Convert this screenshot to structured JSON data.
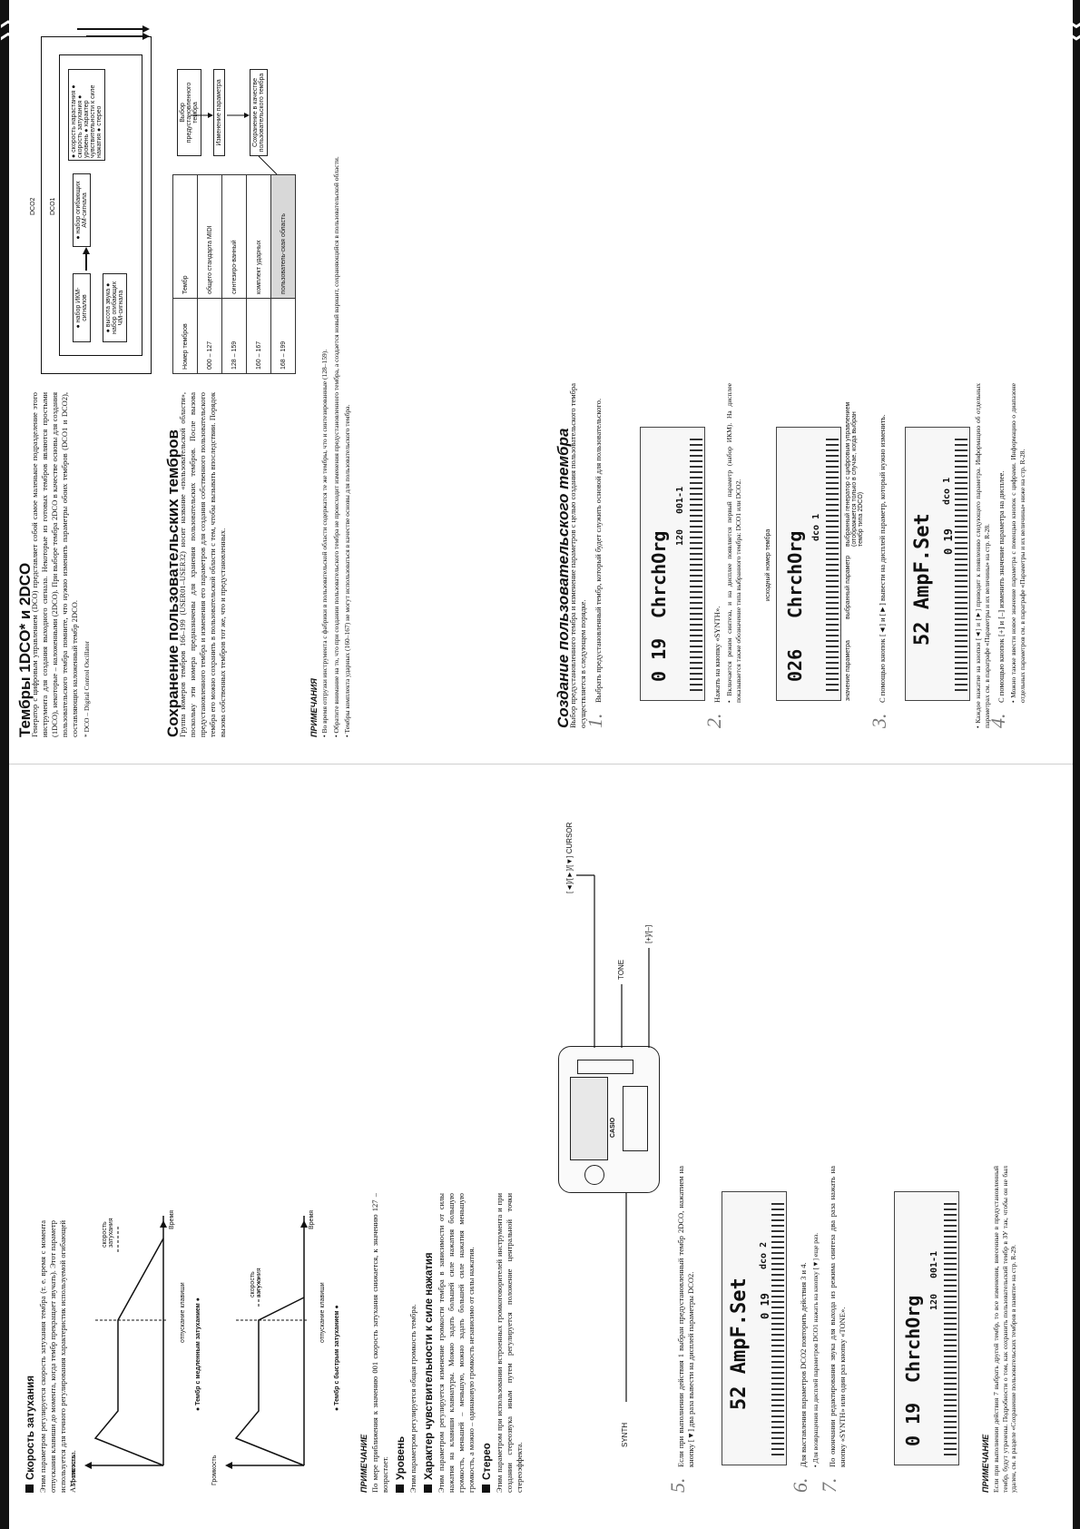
{
  "spread1": {
    "attack": {
      "heading": "Скорость затухания",
      "intro": "Этим параметром регулируется скорость затухания тембра (т. е. время с момента отпускания клавиши до момента, когда тембр прекращает звучать). Этот параметр используется для точного регулирования характеристик используемой огибающей АМ-сигнала.",
      "graph_ylabel": "Громкость",
      "graph_xlabel": "Время",
      "release_label": "отпускание клавиши",
      "speed_label": "скорость затухания",
      "slow_caption": "● Тембр с медленным затуханием ●",
      "fast_caption": "● Тембр с быстрым затуханием ●"
    },
    "note1": {
      "title": "ПРИМЕЧАНИЕ",
      "text": "По мере приближения к значению 001 скорость затухания снижается, к значению 127 – возрастает."
    },
    "level": {
      "heading": "Уровень",
      "text": "Этим параметром регулируется общая громкость тембра."
    },
    "velocity": {
      "heading": "Характер чувствительности к силе нажатия",
      "text": "Этим параметром регулируется изменение громкости тембра в зависимости от силы нажатия на клавиши клавиатуры. Можно задать большей силе нажатия большую громкость, меньшей – меньшую, можно задать большей силе нажатия меньшую громкость, а можно – одинаковую громкость независимо от силы нажатия."
    },
    "stereo": {
      "heading": "Стерео",
      "text": "Этим параметром при использовании встроенных громкоговорителей инструмента и при создании стереозвука иным путем регулируется положение центральной точки стереоэффекта."
    },
    "dco": {
      "heading": "Тембры 1DCO* и 2DCO",
      "text": "Генератор с цифровым управлением (DCO) представляет собой самое маленькое подразделение этого инструмента для создания выходного сигнала. Некоторые из готовых тембров являются простыми (1DCO), некоторые – наложенными (2DCO). При выборе тембра 2DCO в качестве основы для создания пользовательского тембра помните, что нужно изменить параметры обоих тембров (DCO1 и DCO2), составляющих наложенный тембр 2DCO.",
      "footnote": "* DCO – Digital Control Oscillator",
      "dco1": "DCO1",
      "dco2": "DCO2",
      "box_pcm": "● набор ИКМ-сигналов",
      "box_pitch": "● высота звука ● набор огибающих ЧМ-сигнала",
      "box_amp": "● набор огибающих АМ-сигнала",
      "box_params": "● скорость нарастания ● скорость затухания ● уровень ● характер чувствительности к силе нажатия ● стерео"
    },
    "save": {
      "heading": "Сохранение пользовательских тембров",
      "text": "Группа номеров тембров 166–199 (USER01–USER32) носит название «пользовательской области», поскольку эти номера предназначены для хранения пользовательских тембров. После вызова предустановленного тембра и изменения его параметров для создания собственного пользовательского тембра его можно сохранить в пользовательской области с тем, чтобы вызывать впоследствии. Порядок вызова собственных тембров тот же, что и предустановленных.",
      "table_header": [
        "Номер тембров",
        "Тембр"
      ],
      "table_rows": [
        [
          "000 – 127",
          "общего стандарта MIDI"
        ],
        [
          "128 – 159",
          "синтезиро-ванный"
        ],
        [
          "160 – 167",
          "комплект ударных"
        ],
        [
          "168 – 199",
          "пользователь-ская область"
        ]
      ],
      "flow": [
        "Выбор предустановленного тембра",
        "Изменение параметра",
        "Сохранение в качестве пользовательского тембра"
      ]
    },
    "notes2": {
      "title": "ПРИМЕЧАНИЯ",
      "items": [
        "Во время отгрузки инструмента с фабрики в пользовательской области содержатся те же тембры, что и синтезированные (128–159).",
        "Обратите внимание на то, что при создании пользовательского тембра не происходит изменения предустановленного тембра, а создается новый вариант, сохраняющийся в пользовательской области.",
        "Тембры комплекта ударных (160–167) не могут использоваться в качестве основы для пользовательского тембра."
      ]
    }
  },
  "spread2": {
    "title": "Создание пользовательского тембра",
    "intro": "Выбор предустановленного тембра и изменение параметров с целью создания пользовательского тембра осуществляется в следующем порядке.",
    "labels": {
      "synth": "SYNTH",
      "tone": "TONE",
      "plusminus": "[+]/[–]",
      "cursor": "[◄]/[►]/[▼] CURSOR",
      "brand": "CASIO"
    },
    "steps": [
      {
        "num": "1.",
        "text": "Выбрать предустановленный тембр, который будет служить основой для пользовательского."
      },
      {
        "num": "2.",
        "text": "Нажать на кнопку «SYNTH».",
        "bullet": "Включается режим синтеза, и на дисплее появляется первый параметр (набор ИКМ). На дисплее показывается также обозначение типа выбранного тембра: DCO1 или DCO2.",
        "cap_top": "исходный номер тембра",
        "cap_param": "выбранный параметр",
        "cap_value": "значение параметра",
        "cap_gen": "выбранный генератор с цифровым управлением (отображается только в случае, когда выбран тембр типа 2DCO)"
      },
      {
        "num": "3.",
        "text": "С помощью кнопок [◄] и [►] вывести на дисплей параметр, который нужно изменить.",
        "bullet": "Каждое нажатие на кнопки [◄] и [►] приводит к появлению следующего параметра. Информацию об отдельных параметрах см. в параграфе «Параметры и их величины» на стр. R-28."
      },
      {
        "num": "4.",
        "text": "С помощью кнопок [+] и [–] изменить значение параметра на дисплее.",
        "bullet": "Можно также ввести новое значение параметра с помощью кнопок с цифрами. Информацию о диапазоне отдельных параметров см. в параграфе «Параметры и их величины» ниже на стр. R-28."
      },
      {
        "num": "5.",
        "text": "Если при выполнении действия 1 выбран предустановленный тембр 2DCO, нажатием на кнопку [▼] два раза вывести на дисплей параметры DCO2."
      },
      {
        "num": "6.",
        "text": "Для выставления параметров DCO2 повторить действия 3 и 4.",
        "bullet": "Для возвращения на дисплей параметров DCO1 нажать на кнопку [▼] еще раз."
      },
      {
        "num": "7.",
        "text": "По окончании редактирования звука для выхода из режима синтеза два раза нажать на кнопку «SYNTH» или один раз кнопку «TONE»."
      }
    ],
    "lcd": {
      "tone1": "0 19",
      "name1": "ChrchOrg",
      "tempo": "120",
      "beat": "001-1",
      "param_num": "026",
      "param_name": "ChrchOrg",
      "dco_tag": "dco 1",
      "amp_set": "52 AmpF.Set",
      "amp_val": "0 19",
      "dco2_tag": "dco 2"
    },
    "note": {
      "title": "ПРИМЕЧАНИЕ",
      "text": "Если при выполнении действия 7 выбрать другой тембр, то все изменения, внесенные в предустановленный тембр, будут утрачены. Подробности о том, как сохранить пользовательский тембр в ЗУ так, чтобы он не был удален, см. в разделе «Сохранение пользовательских тембров в памяти» на стр. R-29."
    }
  }
}
